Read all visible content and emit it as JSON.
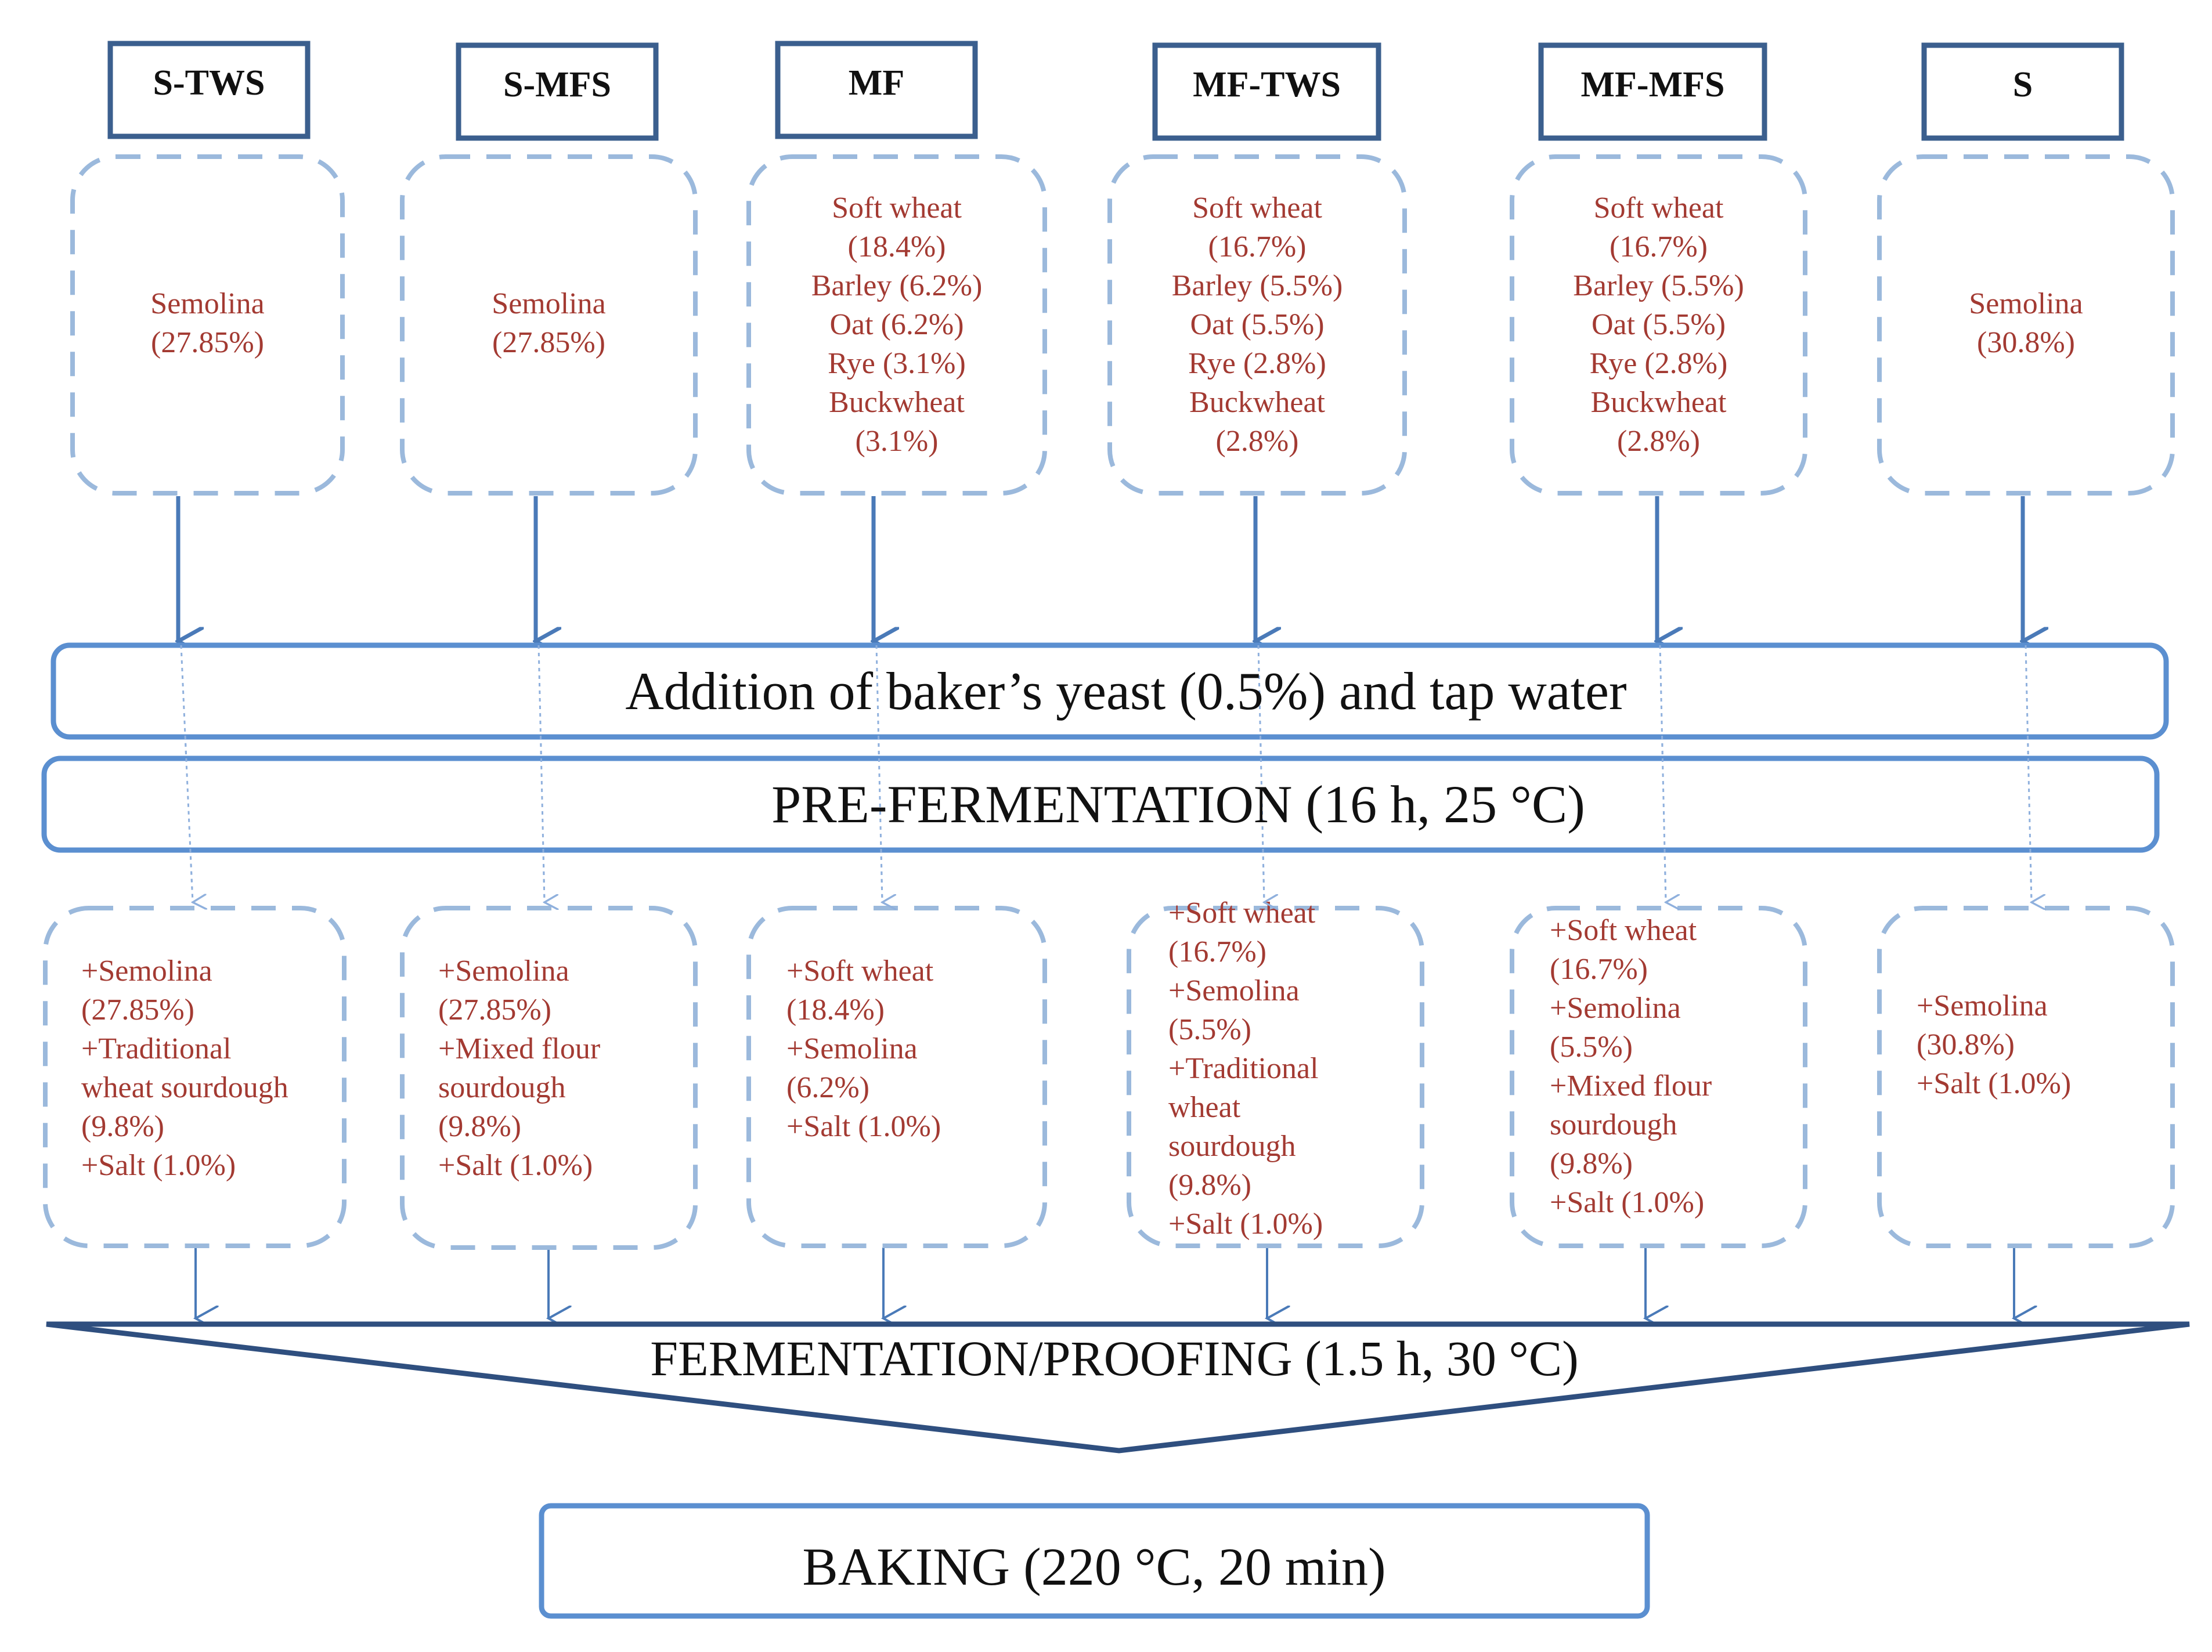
{
  "samples": [
    {
      "code": "S-TWS",
      "initial": [
        "Semolina",
        "(27.85%)"
      ],
      "additions": [
        "+Semolina",
        "(27.85%)",
        "+Traditional",
        "wheat sourdough",
        "(9.8%)",
        "+Salt (1.0%)"
      ]
    },
    {
      "code": "S-MFS",
      "initial": [
        "Semolina",
        "(27.85%)"
      ],
      "additions": [
        "+Semolina",
        "(27.85%)",
        "+Mixed flour",
        "sourdough",
        "(9.8%)",
        "+Salt (1.0%)"
      ]
    },
    {
      "code": "MF",
      "initial": [
        "Soft wheat",
        "(18.4%)",
        "Barley (6.2%)",
        "Oat (6.2%)",
        "Rye (3.1%)",
        "Buckwheat",
        "(3.1%)"
      ],
      "additions": [
        "+Soft wheat",
        "(18.4%)",
        "+Semolina",
        "(6.2%)",
        "+Salt (1.0%)"
      ]
    },
    {
      "code": "MF-TWS",
      "initial": [
        "Soft wheat",
        "(16.7%)",
        "Barley (5.5%)",
        "Oat (5.5%)",
        "Rye (2.8%)",
        "Buckwheat",
        "(2.8%)"
      ],
      "additions": [
        "+Soft wheat",
        "(16.7%)",
        "+Semolina",
        "(5.5%)",
        "+Traditional",
        "wheat",
        "sourdough",
        "(9.8%)",
        "+Salt (1.0%)"
      ]
    },
    {
      "code": "MF-MFS",
      "initial": [
        "Soft wheat",
        "(16.7%)",
        "Barley (5.5%)",
        "Oat (5.5%)",
        "Rye (2.8%)",
        "Buckwheat",
        "(2.8%)"
      ],
      "additions": [
        "+Soft wheat",
        "(16.7%)",
        "+Semolina",
        "(5.5%)",
        "+Mixed flour",
        "sourdough",
        "(9.8%)",
        "+Salt (1.0%)"
      ]
    },
    {
      "code": "S",
      "initial": [
        "Semolina",
        "(30.8%)"
      ],
      "additions": [
        "+Semolina",
        "(30.8%)",
        "+Salt (1.0%)"
      ]
    }
  ],
  "steps": {
    "addition": "Addition of baker’s yeast (0.5%) and tap water",
    "prefermentation": "PRE-FERMENTATION (16 h,  25 °C)",
    "fermentation": "FERMENTATION/PROOFING (1.5 h, 30 °C)",
    "baking": "BAKING (220 °C, 20 min)"
  },
  "colors": {
    "header_border": "#3b5f8e",
    "dashed_border": "#9bb9dc",
    "step_border": "#5b8fd0",
    "arrow": "#4a7ab8",
    "arrow_light": "#8fb0dd",
    "ingredient_text": "#a33a32",
    "title_text": "#111111",
    "funnel": "#2f4f7f"
  }
}
